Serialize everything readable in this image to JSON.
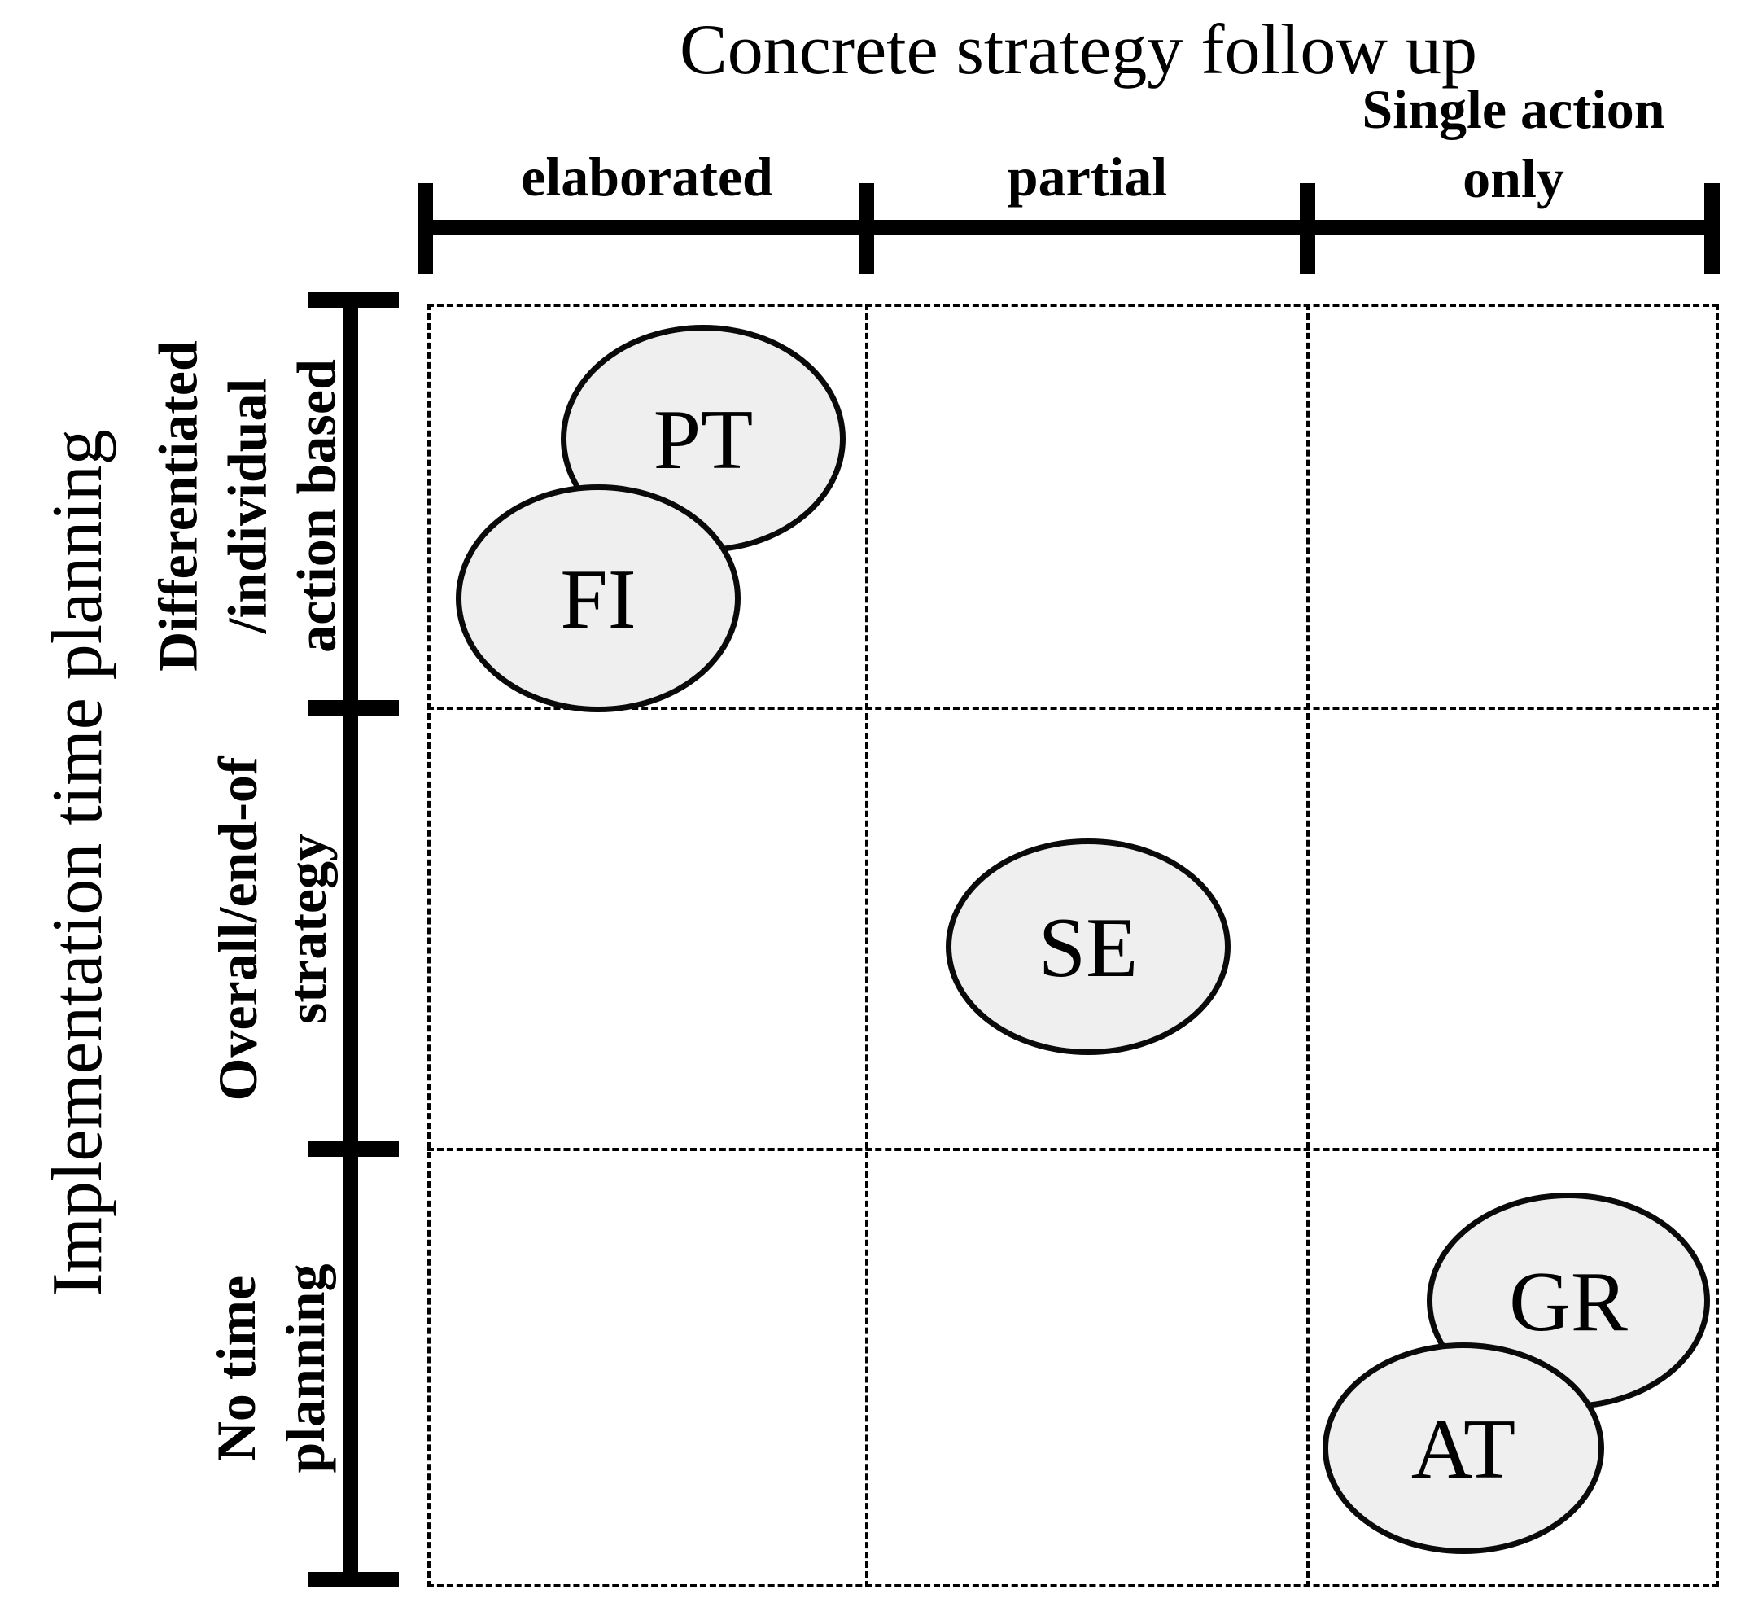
{
  "chart_data": {
    "type": "scatter",
    "xlabel": "Concrete strategy follow up",
    "ylabel": "Implementation time planning",
    "x_categories": [
      "elaborated",
      "partial",
      "Single action only"
    ],
    "y_categories": [
      "Differentiated /individual action based",
      "Overall/end-of strategy",
      "No time planning"
    ],
    "layout": {
      "grid": "3x3 dashed matrix",
      "legend": "none",
      "point_fill": "#efefef",
      "point_border": "#000000",
      "background": "#ffffff"
    },
    "points": [
      {
        "label": "PT",
        "x": "elaborated",
        "y": "Differentiated /individual action based"
      },
      {
        "label": "FI",
        "x": "elaborated",
        "y": "Differentiated /individual action based"
      },
      {
        "label": "SE",
        "x": "partial",
        "y": "Overall/end-of strategy"
      },
      {
        "label": "GR",
        "x": "Single action only",
        "y": "No time planning"
      },
      {
        "label": "AT",
        "x": "Single action only",
        "y": "No time planning"
      }
    ]
  },
  "display": {
    "x_title": "Concrete strategy follow up",
    "y_title": "Implementation time planning",
    "x_cat_lines": [
      [
        "elaborated"
      ],
      [
        "partial"
      ],
      [
        "Single action",
        "only"
      ]
    ],
    "y_cat_lines": [
      [
        "Differentiated",
        "/individual",
        "action based"
      ],
      [
        "Overall/end-of",
        "strategy"
      ],
      [
        "No time",
        "planning"
      ]
    ]
  }
}
